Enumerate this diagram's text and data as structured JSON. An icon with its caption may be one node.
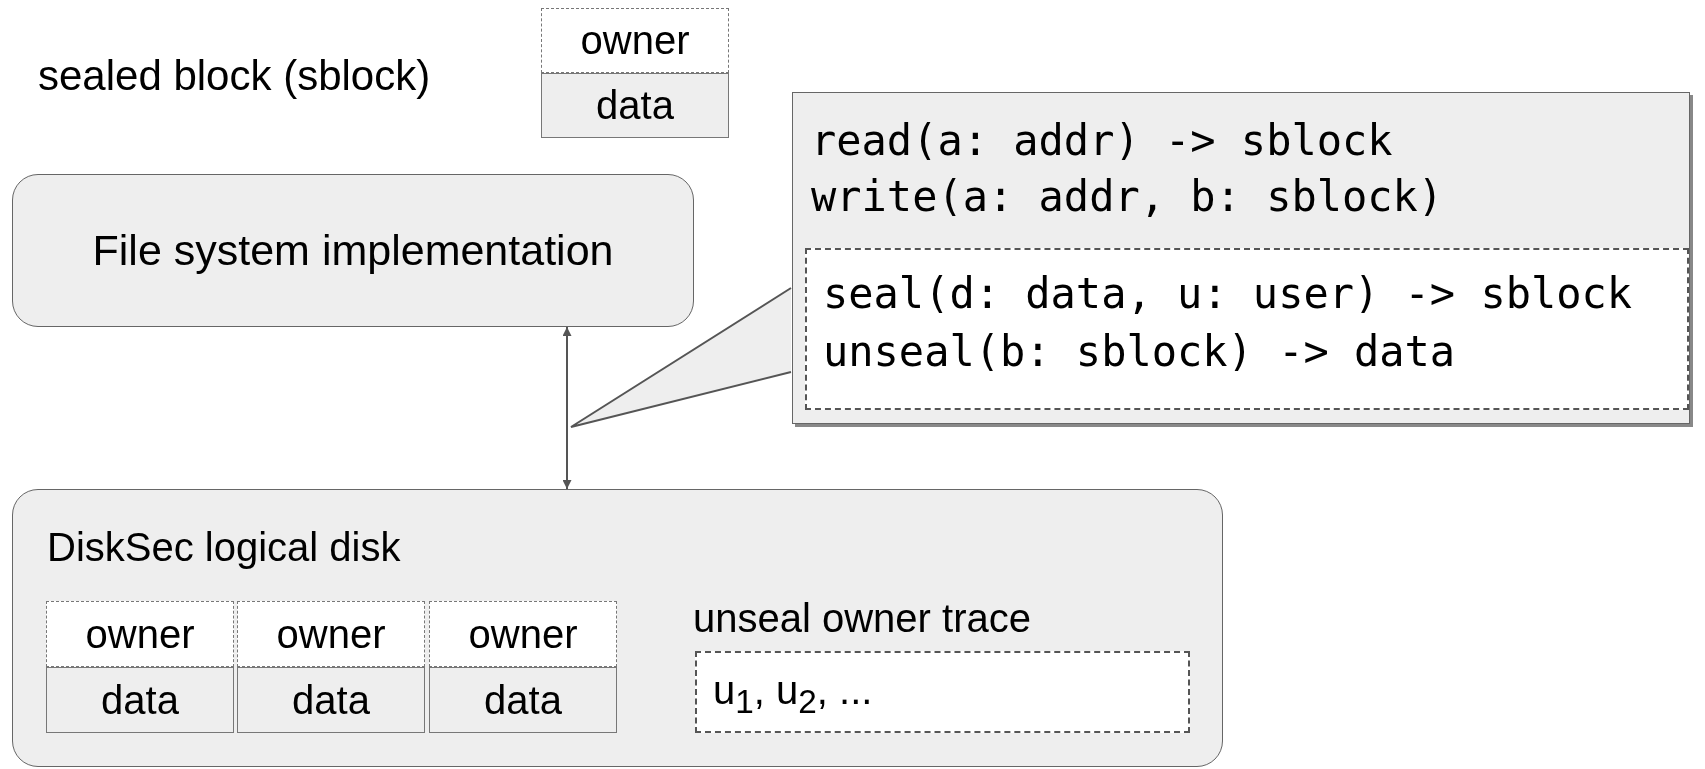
{
  "diagram": {
    "nodes": [
      {
        "text": [
          "owner",
          "data"
        ]
      },
      {
        "text": [
          "File system implementation"
        ]
      },
      {
        "text": [
          "read(a: addr) -> sblock",
          "write(a: addr, b: sblock)"
        ]
      },
      {
        "text": [
          "seal(d: data, u: user) -> sblock",
          "unseal(b: sblock) -> data"
        ],
        "in": 2
      },
      {
        "text": [
          "DiskSec logical disk"
        ]
      },
      {
        "text": [
          "owner",
          "data"
        ],
        "in": 4
      },
      {
        "text": [
          "owner",
          "data"
        ],
        "in": 4
      },
      {
        "text": [
          "owner",
          "data"
        ],
        "in": 4
      },
      {
        "text": [
          "u$_{1}$, u$_{2}$, ..."
        ],
        "beside": [
          "unseal owner trace"
        ],
        "in": 4
      }
    ],
    "edges": [
      {
        "from": 1,
        "to": 4,
        "arrow": "both"
      },
      {
        "from": 2,
        "to": null,
        "arrow": "none"
      }
    ],
    "labels": [
      "sealed block (sblock)"
    ]
  }
}
